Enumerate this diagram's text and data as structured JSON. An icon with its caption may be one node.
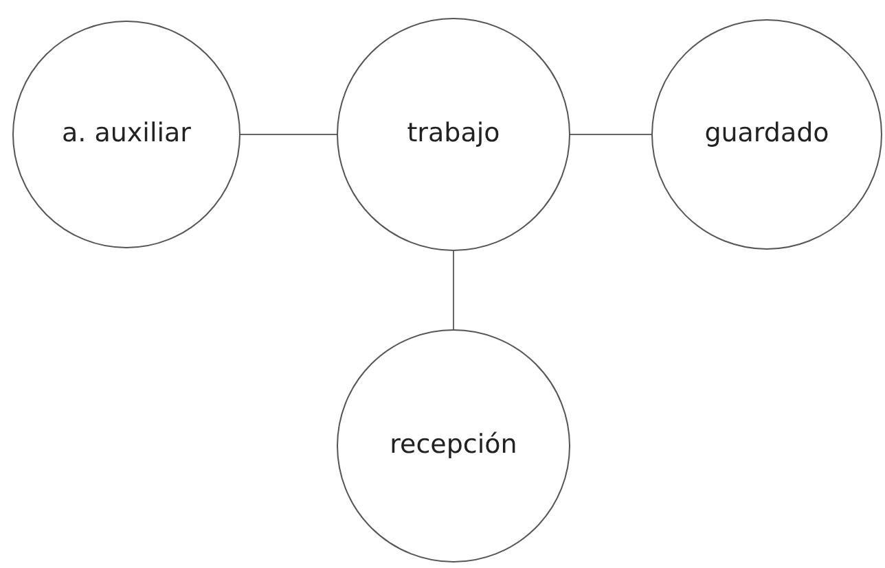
{
  "diagram": {
    "nodes": [
      {
        "text": [
          "a. auxiliar"
        ]
      },
      {
        "text": [
          "trabajo"
        ]
      },
      {
        "text": [
          "guardado"
        ]
      },
      {
        "text": [
          "recepción"
        ]
      }
    ],
    "edges": [
      {
        "from": 0,
        "to": 1,
        "arrow": "none"
      },
      {
        "from": 1,
        "to": 2,
        "arrow": "none"
      },
      {
        "from": 1,
        "to": 3,
        "arrow": "none"
      }
    ]
  }
}
